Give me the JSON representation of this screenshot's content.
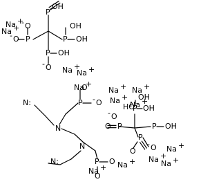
{
  "diagram": {
    "background": "#ffffff",
    "ink": "#000000",
    "labels": {
      "OH": "OH",
      "O": "O",
      "O_minus": "O",
      "minus": "-",
      "P": "P",
      "N": "N",
      "Na": "Na",
      "plus": "+",
      "N_radical": "N:",
      "HO": "HO",
      "Na_plus": "Na+"
    }
  }
}
